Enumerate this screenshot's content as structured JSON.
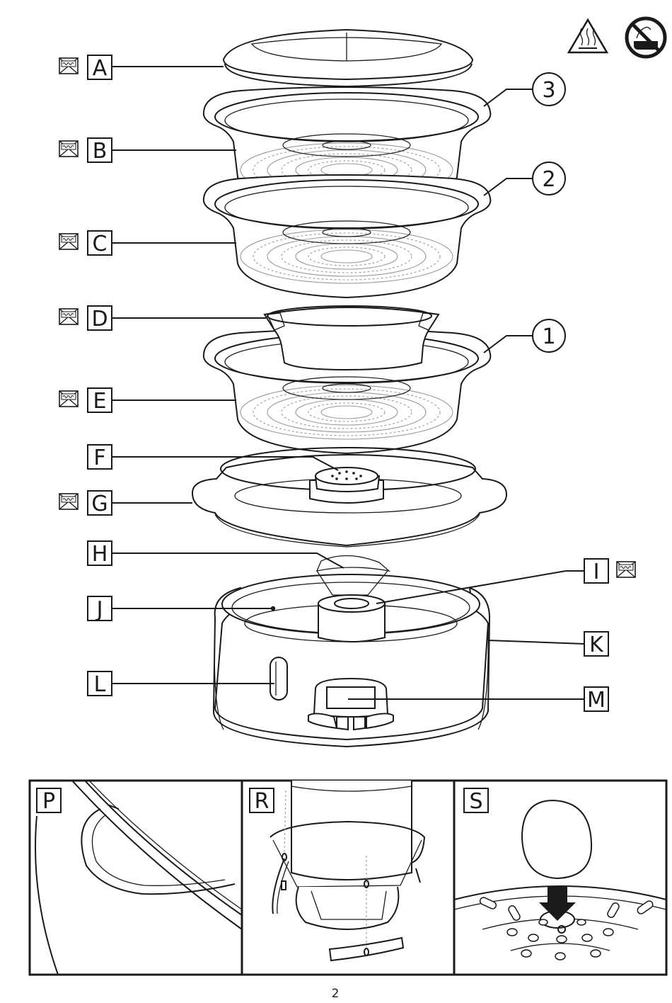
{
  "labels": {
    "A": "A",
    "B": "B",
    "C": "C",
    "D": "D",
    "E": "E",
    "F": "F",
    "G": "G",
    "H": "H",
    "I": "I",
    "J": "J",
    "K": "K",
    "L": "L",
    "M": "M"
  },
  "level_numbers": {
    "level_3": "3",
    "level_2": "2",
    "level_1": "1"
  },
  "detail_panels": {
    "P": "P",
    "R": "R",
    "S": "S"
  },
  "page_number": "2",
  "icons": {
    "dishwasher_safe": "dishwasher-safe-icon",
    "hot_surface": "hot-surface-warning-icon",
    "no_immersion": "do-not-immerse-icon"
  }
}
